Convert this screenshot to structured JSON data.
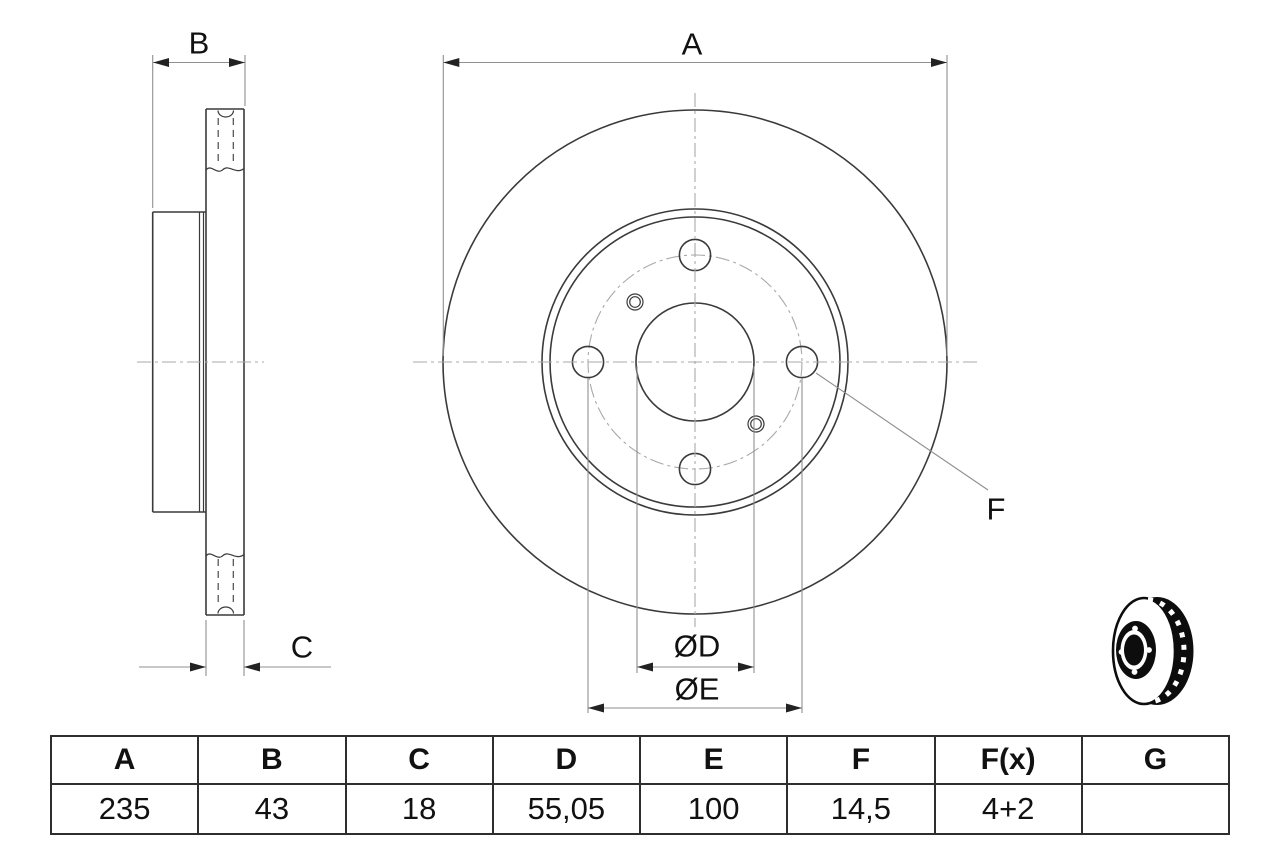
{
  "colors": {
    "background": "#ffffff",
    "object_line": "#3a3a3a",
    "dim_line": "#8f8f8f",
    "centerline": "#a9a9a9",
    "text": "#111111",
    "icon_black": "#0d0d0d"
  },
  "drawing": {
    "labels": {
      "a": "A",
      "b": "B",
      "c": "C",
      "f": "F",
      "dd": "ØD",
      "de": "ØE"
    }
  },
  "icons": {
    "brake_disc_3d": "vented-brake-disc-3d-icon"
  },
  "table": {
    "headers": [
      "A",
      "B",
      "C",
      "D",
      "E",
      "F",
      "F(x)",
      "G"
    ],
    "values": [
      "235",
      "43",
      "18",
      "55,05",
      "100",
      "14,5",
      "4+2",
      ""
    ]
  }
}
